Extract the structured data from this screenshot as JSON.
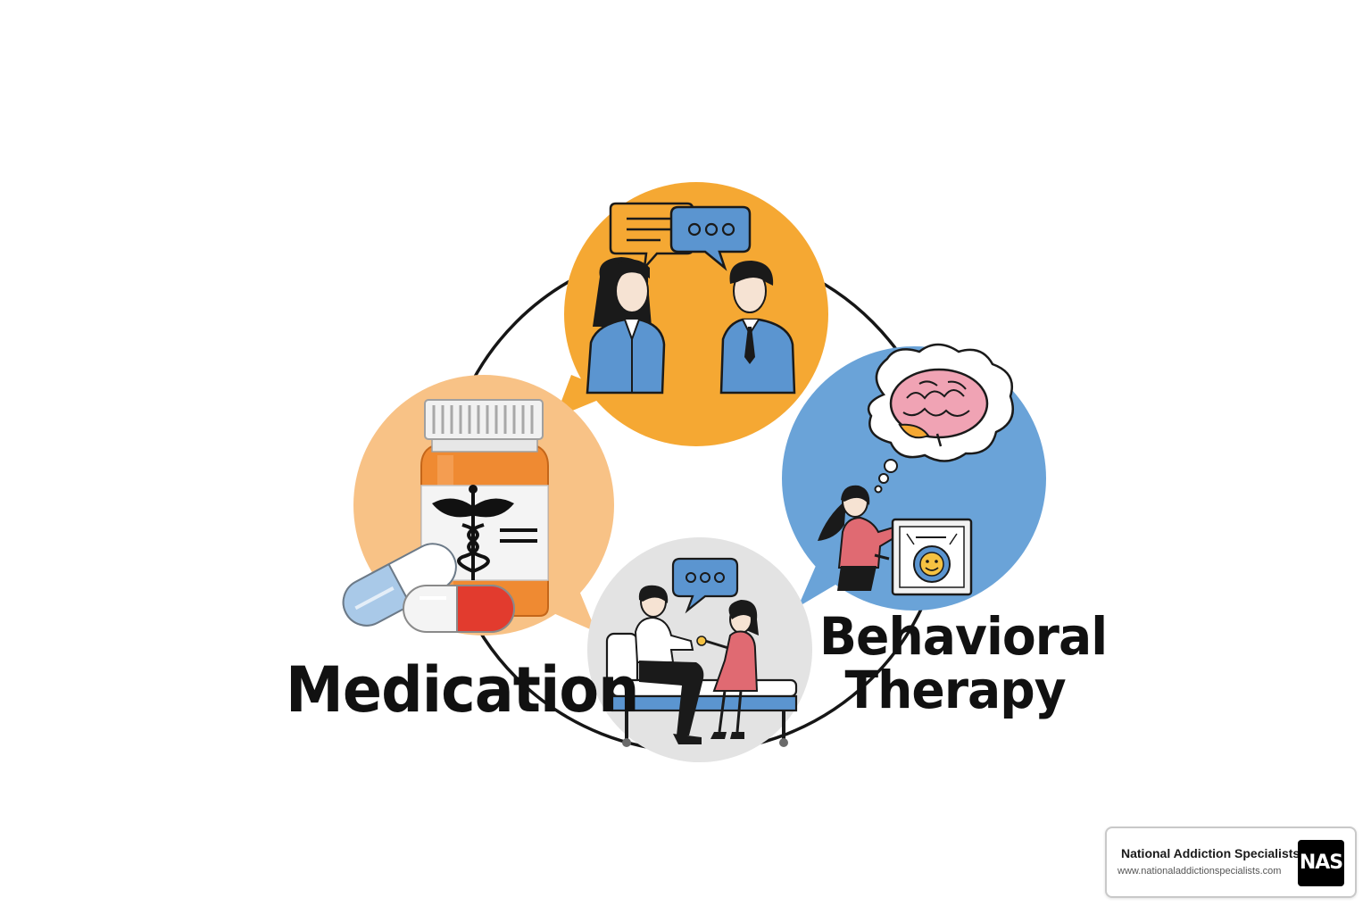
{
  "labels": {
    "medication": "Medication",
    "behavioral_line1": "Behavioral",
    "behavioral_line2": "Therapy"
  },
  "branding": {
    "name": "National Addiction Specialists",
    "url": "www.nationaladdictionspecialists.com",
    "logo_text": "NAS"
  },
  "colors": {
    "counseling_bubble": "#f5a833",
    "medication_bubble": "#f8c286",
    "behavioral_bubble": "#6aa3d8",
    "support_bubble": "#e3e3e3",
    "accent_blue": "#5b95d0",
    "pill_red": "#e23b2e",
    "brain_pink": "#f0a3b4"
  },
  "icons": [
    "speech-bubble-lines-icon",
    "speech-bubble-dots-icon",
    "medicine-bottle-icon",
    "caduceus-icon",
    "capsule-icon",
    "brain-thought-icon",
    "smiley-board-icon",
    "therapy-couch-icon"
  ]
}
